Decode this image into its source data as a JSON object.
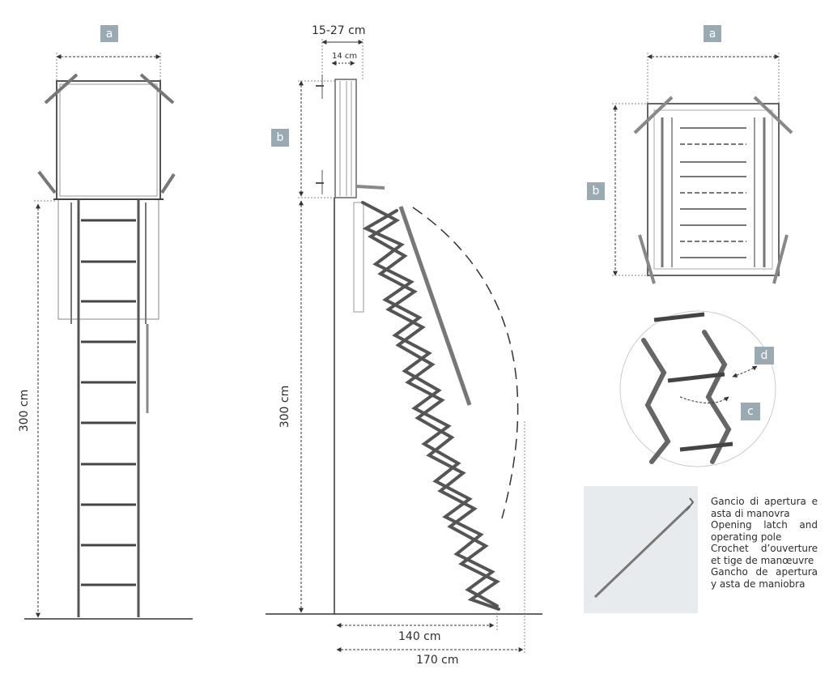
{
  "labels": {
    "a_front": "a",
    "a_top": "a",
    "b_side": "b",
    "b_top": "b",
    "c": "c",
    "d": "d"
  },
  "dimensions": {
    "front_height": "300 cm",
    "side_height": "300 cm",
    "thickness": "15-27 cm",
    "frame_depth": "14 cm",
    "reach_140": "140 cm",
    "reach_170": "170 cm"
  },
  "caption": {
    "it_1": "Gancio di apertura e",
    "it_2": "asta di manovra",
    "en_1": "Opening latch and",
    "en_2": "operating pole",
    "fr_1": "Crochet d’ouverture",
    "fr_2": "et tige de manœuvre",
    "es_1": "Gancho de apertura",
    "es_2": "y asta de maniobra"
  },
  "colors": {
    "tag_bg": "#9aaab2",
    "line": "#333333",
    "pole_bg": "#e7ebee"
  }
}
